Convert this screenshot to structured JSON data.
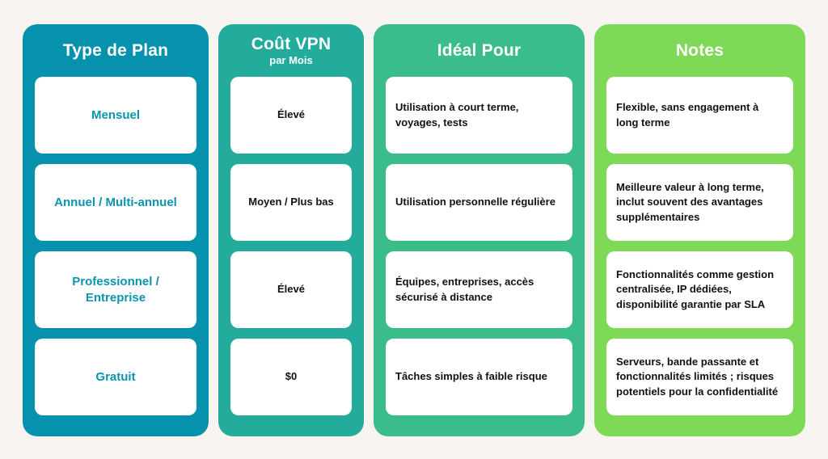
{
  "colors": {
    "page_background": "#f8f4f1",
    "card_background": "#ffffff",
    "header_text": "#ffffff",
    "cell_text_dark": "#111111",
    "plan_type_column_bg": "#0691ad",
    "cost_column_bg": "#23ab9c",
    "ideal_for_column_bg": "#3abc8b",
    "notes_column_bg": "#7ed957",
    "plan_type_cell_text": "#0994b0"
  },
  "table": {
    "columns": [
      {
        "header": "Type de Plan",
        "subheader": "",
        "bg": "#0691ad",
        "cell_text": "#0994b0"
      },
      {
        "header": "Coût VPN",
        "subheader": "par Mois",
        "bg": "#23ab9c",
        "cell_text": "#111111"
      },
      {
        "header": "Idéal Pour",
        "subheader": "",
        "bg": "#3abc8b",
        "cell_text": "#111111"
      },
      {
        "header": "Notes",
        "subheader": "",
        "bg": "#7ed957",
        "cell_text": "#111111"
      }
    ]
  },
  "chart_data": {
    "type": "table",
    "columns": [
      "Type de Plan",
      "Coût VPN par Mois",
      "Idéal Pour",
      "Notes"
    ],
    "rows": [
      [
        "Mensuel",
        "Élevé",
        "Utilisation à court terme, voyages, tests",
        "Flexible, sans engagement à long terme"
      ],
      [
        "Annuel / Multi-annuel",
        "Moyen / Plus bas",
        "Utilisation personnelle régulière",
        "Meilleure valeur à long terme, inclut souvent des avantages supplémentaires"
      ],
      [
        "Professionnel / Entreprise",
        "Élevé",
        "Équipes, entreprises, accès sécurisé à distance",
        "Fonctionnalités comme gestion centralisée, IP dédiées, disponibilité garantie par SLA"
      ],
      [
        "Gratuit",
        "$0",
        "Tâches simples à faible risque",
        "Serveurs, bande passante et fonctionnalités limités ; risques potentiels pour la confidentialité"
      ]
    ]
  }
}
